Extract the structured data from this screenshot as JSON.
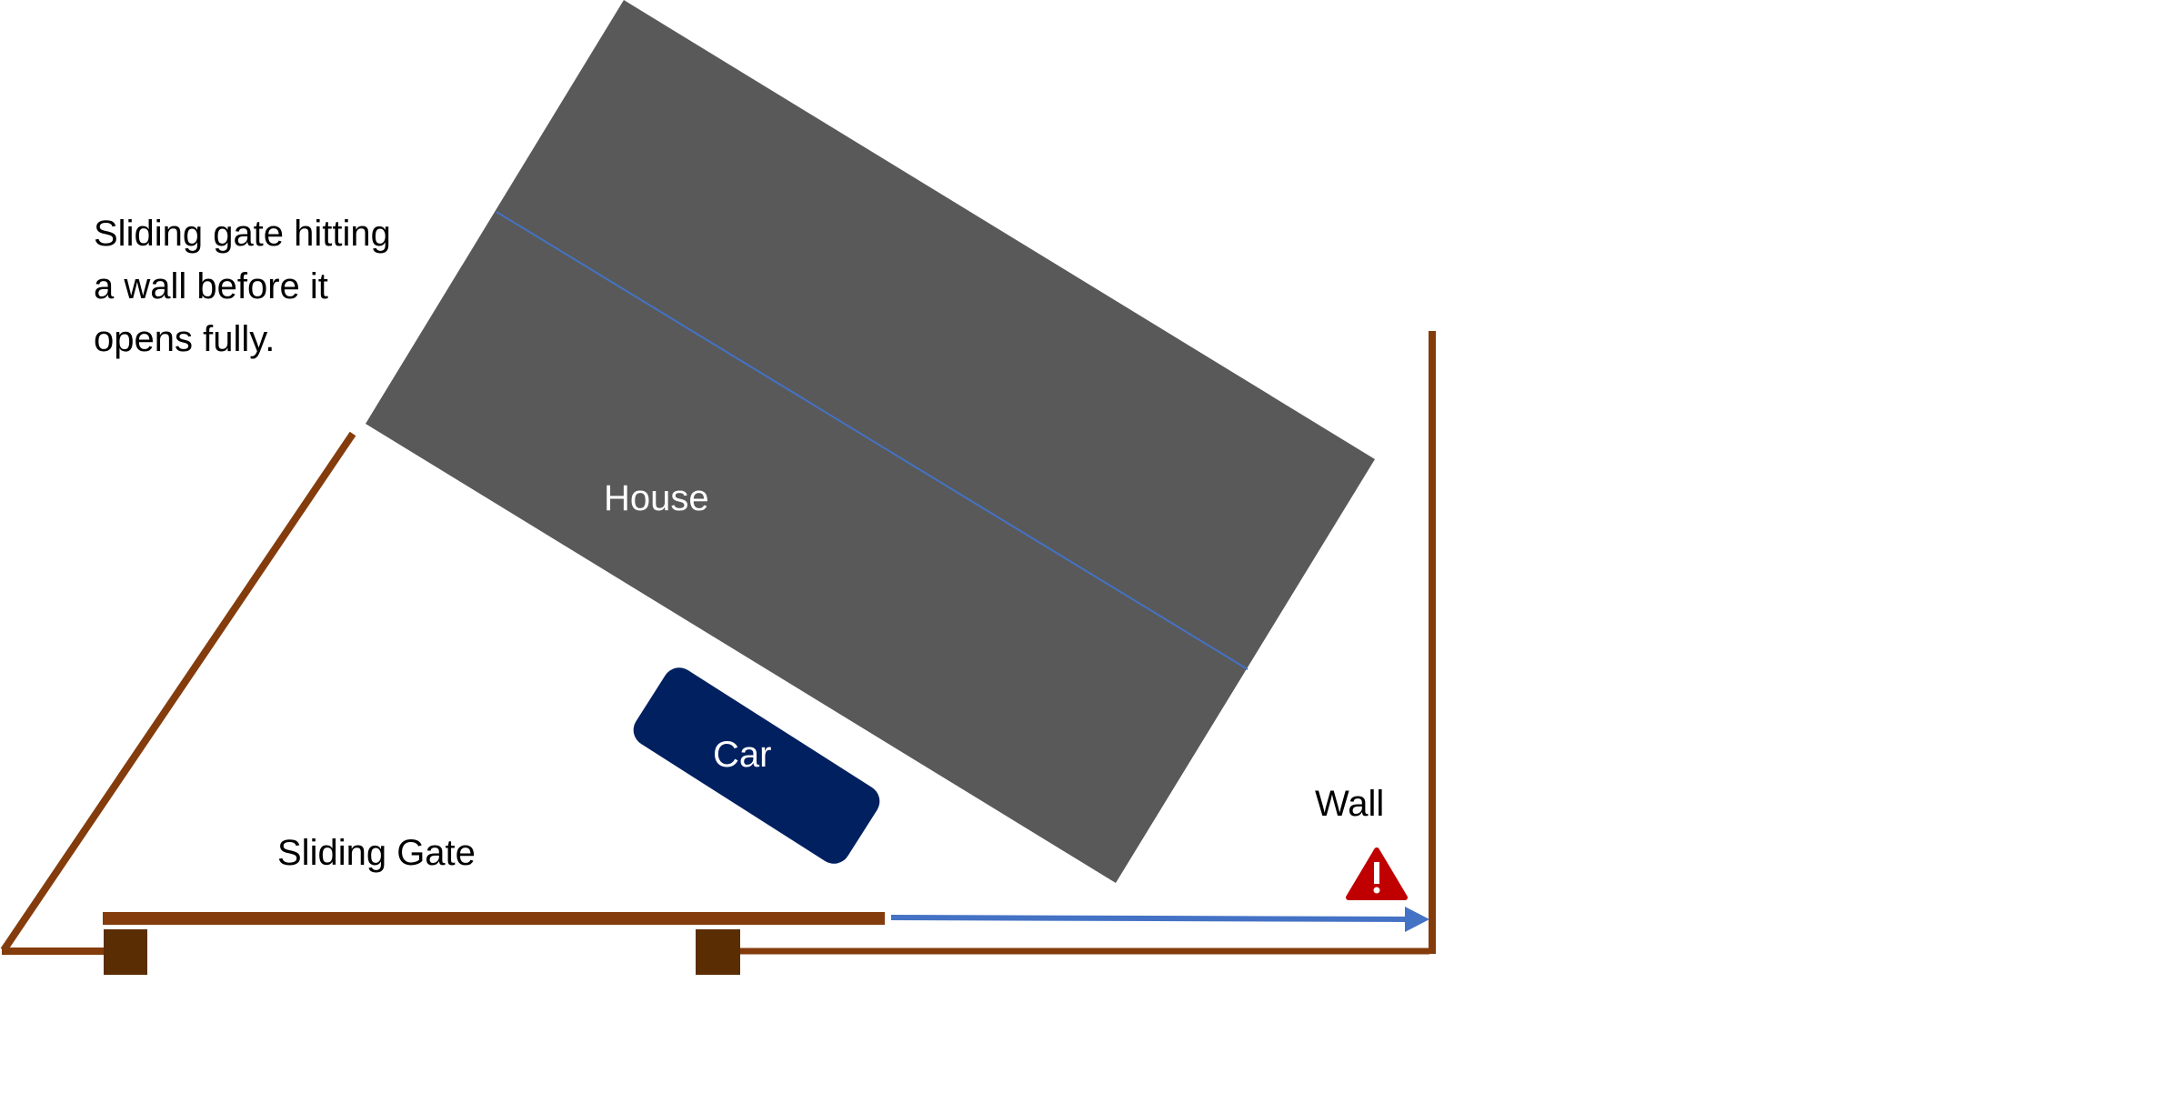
{
  "caption": {
    "lines": [
      "Sliding gate hitting",
      "a wall before it",
      "opens fully."
    ]
  },
  "labels": {
    "house": "House",
    "car": "Car",
    "wall": "Wall",
    "sliding_gate": "Sliding Gate"
  },
  "icons": {
    "warning": "warning-triangle-icon",
    "arrow": "arrow-right-icon"
  },
  "colors": {
    "house": "#595959",
    "house_ridge": "#4472c4",
    "car": "#002060",
    "car_text": "#ffffff",
    "house_text": "#ffffff",
    "gate": "#843c0c",
    "post": "#5a2d02",
    "arrow": "#4472c4",
    "warning": "#c00000",
    "text": "#000000"
  }
}
